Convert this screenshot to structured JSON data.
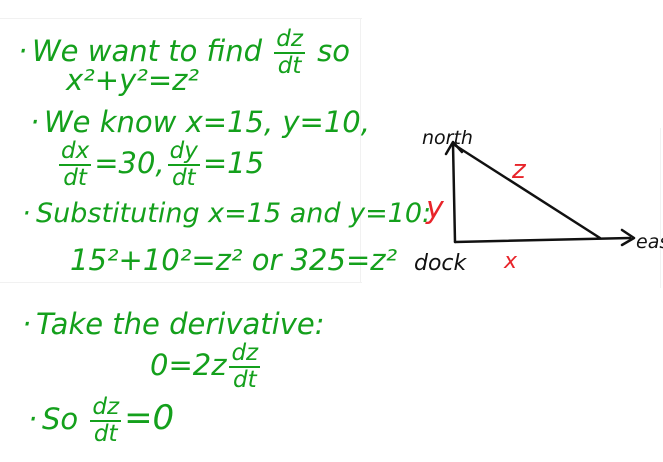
{
  "notes": {
    "line1": {
      "text": "We want to find",
      "frac_num": "dz",
      "frac_den": "dt",
      "tail": "so"
    },
    "line2": {
      "eq": "x²+y²=z²"
    },
    "line3": {
      "text": "We know x=15, y=10,"
    },
    "line4": {
      "frac1_num": "dx",
      "frac1_den": "dt",
      "mid": "=30,",
      "frac2_num": "dy",
      "frac2_den": "dt",
      "tail": "=15"
    },
    "line5": {
      "text": "Substituting x=15 and y=10:"
    },
    "line6": {
      "eq": "15²+10²=z² or 325=z²"
    },
    "line7": {
      "text": "Take the derivative:"
    },
    "line8": {
      "lead": "0=2z",
      "frac_num": "dz",
      "frac_den": "dt"
    },
    "line9": {
      "lead": "So",
      "frac_num": "dz",
      "frac_den": "dt",
      "tail": "=0"
    }
  },
  "diagram": {
    "north": "north",
    "east": "east",
    "dock": "dock",
    "side_x": "x",
    "side_y": "y",
    "side_z": "z"
  },
  "colors": {
    "ink": "#14a01c",
    "accent": "#e8242a",
    "diagram": "#111111"
  }
}
